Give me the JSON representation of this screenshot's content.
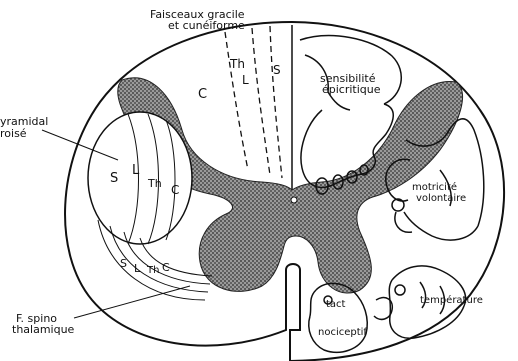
{
  "labels": {
    "fasciculi_line1": "Faisceaux gracile",
    "fasciculi_line2": "et cunéiforme",
    "pyramidal_line1": "yramidal",
    "pyramidal_line2": "roisé",
    "spino_line1": "F. spino",
    "spino_line2": "thalamique",
    "epicritic_line1": "sensibilité",
    "epicritic_line2": "épicritique",
    "motor_line1": "motricité",
    "motor_line2": "volontaire",
    "temperature": "température",
    "nociceptive_line1": "tact",
    "nociceptive_line2": "nociceptif"
  },
  "dorsal_letters": {
    "c": "C",
    "th": "Th",
    "l": "L",
    "s": "S"
  },
  "pyramidal_letters": {
    "s": "S",
    "l": "L",
    "th": "Th",
    "c": "C"
  },
  "spino_letters": {
    "s": "S",
    "l": "L",
    "th": "Th",
    "c": "C"
  },
  "colors": {
    "ink": "#111111",
    "gray_matter": "#6e6e6e",
    "background": "#ffffff"
  }
}
